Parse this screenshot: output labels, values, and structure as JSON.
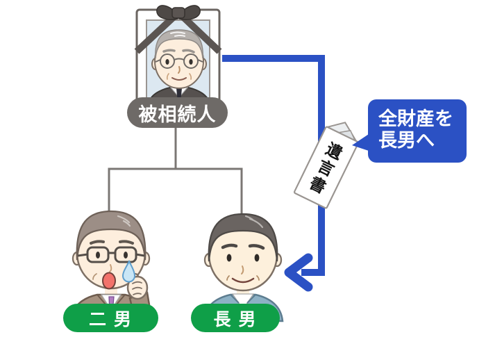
{
  "diagram": {
    "title_hint": "inheritance-will-diagram",
    "decedent": {
      "label": "被相続人"
    },
    "sons": [
      {
        "id": "second-son",
        "label": "二 男"
      },
      {
        "id": "eldest-son",
        "label": "長 男"
      }
    ],
    "will": {
      "label": "遺言書",
      "chars": [
        "遺",
        "言",
        "書"
      ]
    },
    "bubble": {
      "line1": "全財産を",
      "line2": "長男へ"
    },
    "icons": {
      "memorial_portrait": "framed-photo-with-mourning-ribbon",
      "will_document": "folded-paper-tilted",
      "arrow": "blue-right-down-left-arrow",
      "sweat_drop": "blue-drop"
    },
    "colors": {
      "accent_blue": "#2b51c4",
      "pill_green": "#0f9f48",
      "decedent_gray": "#6e6a67",
      "tree_line_gray": "#7b7774",
      "skin": "#fdeedd",
      "photo_background": "#dce8f1"
    }
  }
}
